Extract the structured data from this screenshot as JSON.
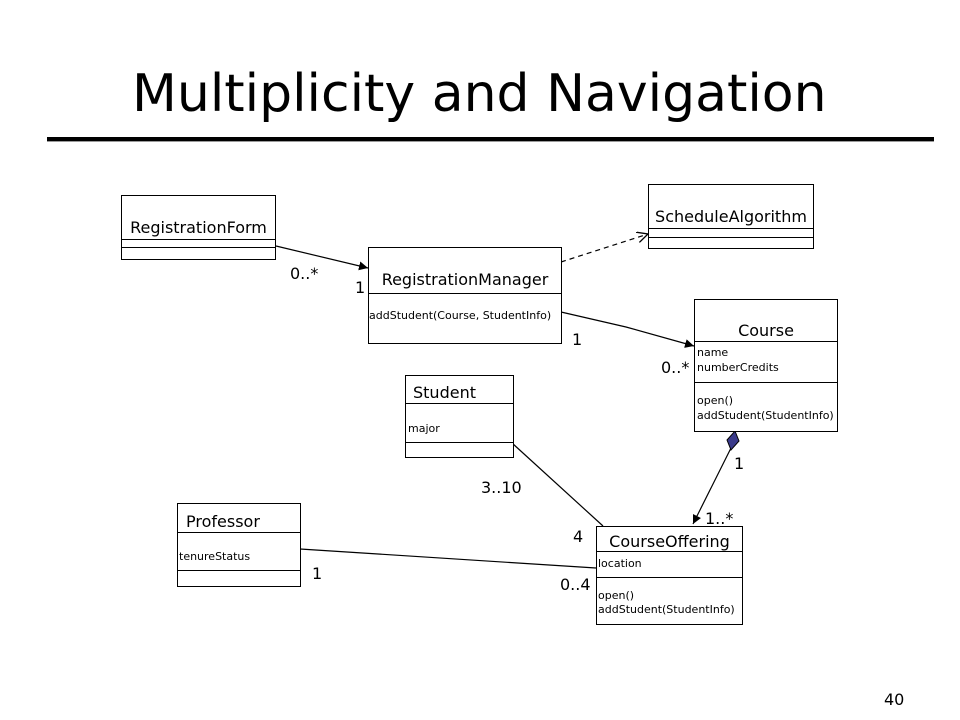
{
  "slide": {
    "title": "Multiplicity and Navigation",
    "page_number": "40"
  },
  "classes": {
    "registration_form": {
      "name": "RegistrationForm"
    },
    "registration_manager": {
      "name": "RegistrationManager",
      "operations": [
        "addStudent(Course, StudentInfo)"
      ]
    },
    "schedule_algorithm": {
      "name": "ScheduleAlgorithm"
    },
    "course": {
      "name": "Course",
      "attributes": [
        "name",
        "numberCredits"
      ],
      "operations": [
        "open()",
        "addStudent(StudentInfo)"
      ]
    },
    "student": {
      "name": "Student",
      "attributes": [
        "major"
      ]
    },
    "professor": {
      "name": "Professor",
      "attributes": [
        "tenureStatus"
      ]
    },
    "course_offering": {
      "name": "CourseOffering",
      "attributes": [
        "location"
      ],
      "operations": [
        "open()",
        "addStudent(StudentInfo)"
      ]
    }
  },
  "multiplicities": {
    "form_side": "0..*",
    "manager_side_form": "1",
    "manager_side_course": "1",
    "course_side_manager": "0..*",
    "course_side_offering": "1",
    "offering_side_course": "1..*",
    "student_side": "3..10",
    "offering_side_student": "4",
    "professor_side": "1",
    "offering_side_professor": "0..4"
  }
}
